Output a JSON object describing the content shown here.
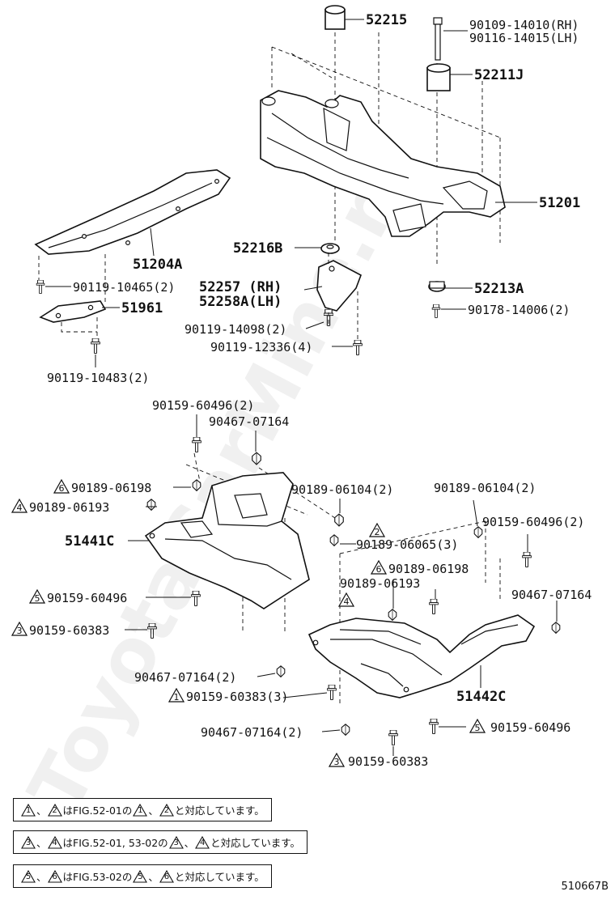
{
  "watermark": "ToyotaCarMine.ru",
  "figure_code": "510667B",
  "labels": {
    "p52215": "52215",
    "p90109": "90109-14010(RH)",
    "p90116": "90116-14015(LH)",
    "p52211j": "52211J",
    "p51201": "51201",
    "p52216b": "52216B",
    "p52213a": "52213A",
    "p90178": "90178-14006(2)",
    "p52257": "52257 (RH)",
    "p52258a": "52258A(LH)",
    "p90119_14098": "90119-14098(2)",
    "p90119_12336": "90119-12336(4)",
    "p51204a": "51204A",
    "p90119_10465": "90119-10465(2)",
    "p51961": "51961",
    "p90119_10483": "90119-10483(2)",
    "p90159_60496_top": "90159-60496(2)",
    "p90467_07164_top": "90467-07164",
    "p90189_06198_l": "90189-06198",
    "p90189_06193_l": "90189-06193",
    "p51441c": "51441C",
    "p90189_06104_mid": "90189-06104(2)",
    "p90189_06104_r": "90189-06104(2)",
    "p90159_60496_r": "90159-60496(2)",
    "p90189_06065": "90189-06065(3)",
    "p90189_06198_r": "90189-06198",
    "p90189_06193_r": "90189-06193",
    "p90467_07164_r": "90467-07164",
    "p90159_60496_l": "90159-60496",
    "p90159_60383_l": "90159-60383",
    "p90467_07164_b2": "90467-07164(2)",
    "p90159_60383_3": "90159-60383(3)",
    "p51442c": "51442C",
    "p90467_07164_b3": "90467-07164(2)",
    "p90159_60496_b": "90159-60496",
    "p90159_60383_b": "90159-60383"
  },
  "markers": {
    "m6_l": "6",
    "m4_l": "4",
    "m5_l": "5",
    "m3_l": "3",
    "m2": "2",
    "m6_r": "6",
    "m4_c": "4",
    "m1": "1",
    "m5_b": "5",
    "m3_b": "3"
  },
  "notes": [
    {
      "t1": "1",
      "t2": "2",
      "mid": "はFIG.52-01の",
      "t3": "1",
      "t4": "2",
      "end": "と対応しています。"
    },
    {
      "t1": "3",
      "t2": "4",
      "mid": "はFIG.52-01, 53-02の",
      "t3": "3",
      "t4": "4",
      "end": "と対応しています。"
    },
    {
      "t1": "5",
      "t2": "6",
      "mid": "はFIG.53-02の",
      "t3": "5",
      "t4": "6",
      "end": "と対応しています。"
    }
  ],
  "sep": "、"
}
